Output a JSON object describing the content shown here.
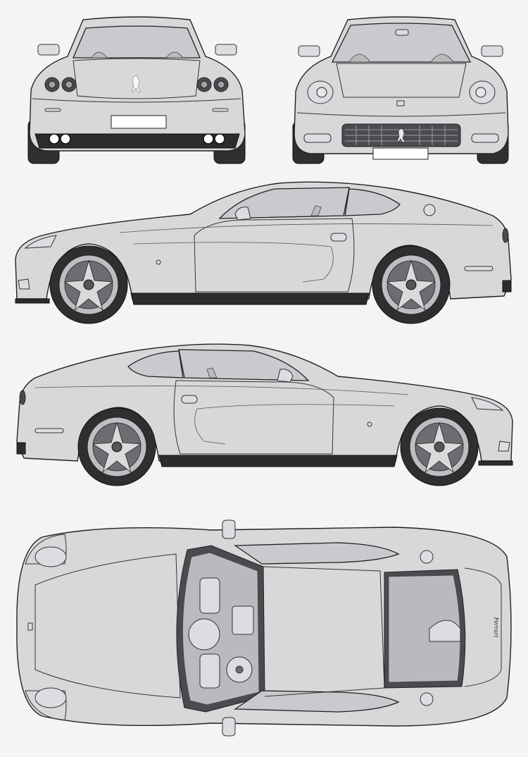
{
  "views": {
    "rear": {
      "name": "rear-view"
    },
    "front": {
      "name": "front-view"
    },
    "side_left": {
      "name": "side-view-left"
    },
    "side_right": {
      "name": "side-view-right"
    },
    "top": {
      "name": "top-view"
    }
  },
  "top_view": {
    "rear_badge_text": "Ferrari"
  },
  "colors": {
    "body": "#d7d8da",
    "glass": "#c9cacd",
    "outline": "#222222",
    "tyre": "#2e2f31",
    "background": "#f4f4f4"
  }
}
